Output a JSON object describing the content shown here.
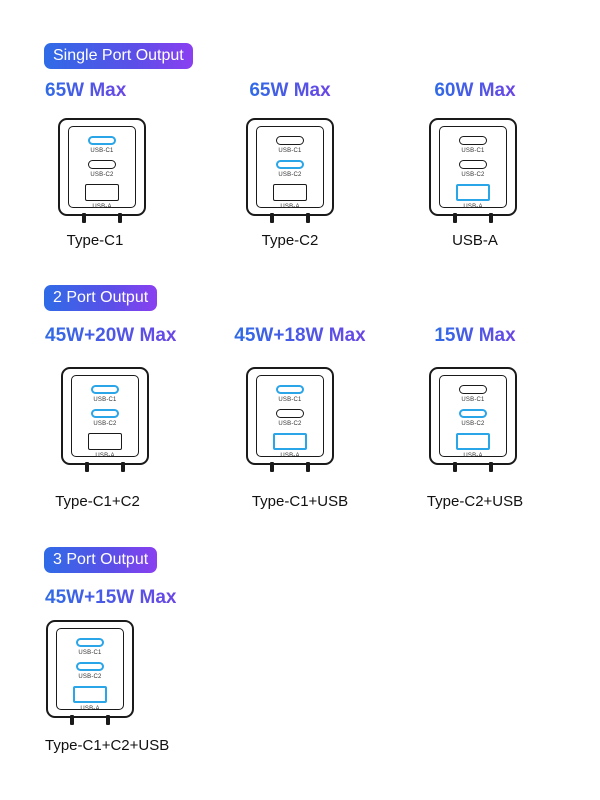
{
  "sections": [
    {
      "badge": "Single Port Output",
      "items": [
        {
          "watt": "65W Max",
          "caption": "Type-C1",
          "active": {
            "c1": true,
            "c2": false,
            "a": false
          }
        },
        {
          "watt": "65W Max",
          "caption": "Type-C2",
          "active": {
            "c1": false,
            "c2": true,
            "a": false
          }
        },
        {
          "watt": "60W Max",
          "caption": "USB-A",
          "active": {
            "c1": false,
            "c2": false,
            "a": true
          }
        }
      ]
    },
    {
      "badge": "2 Port Output",
      "items": [
        {
          "watt": "45W+20W Max",
          "caption": "Type-C1+C2",
          "active": {
            "c1": true,
            "c2": true,
            "a": false
          }
        },
        {
          "watt": "45W+18W Max",
          "caption": "Type-C1+USB",
          "active": {
            "c1": true,
            "c2": false,
            "a": true
          }
        },
        {
          "watt": "15W Max",
          "caption": "Type-C2+USB",
          "active": {
            "c1": false,
            "c2": true,
            "a": true
          }
        }
      ]
    },
    {
      "badge": "3 Port Output",
      "items": [
        {
          "watt": "45W+15W Max",
          "caption": "Type-C1+C2+USB",
          "active": {
            "c1": true,
            "c2": true,
            "a": true
          }
        }
      ]
    }
  ],
  "port_labels": {
    "c1": "USB-C1",
    "c2": "USB-C2",
    "a": "USB-A"
  },
  "colors": {
    "active_port": "#2aa5e8",
    "outline": "#1a1a1a",
    "badge_start": "#2f6be6",
    "badge_end": "#8a3ff0"
  }
}
